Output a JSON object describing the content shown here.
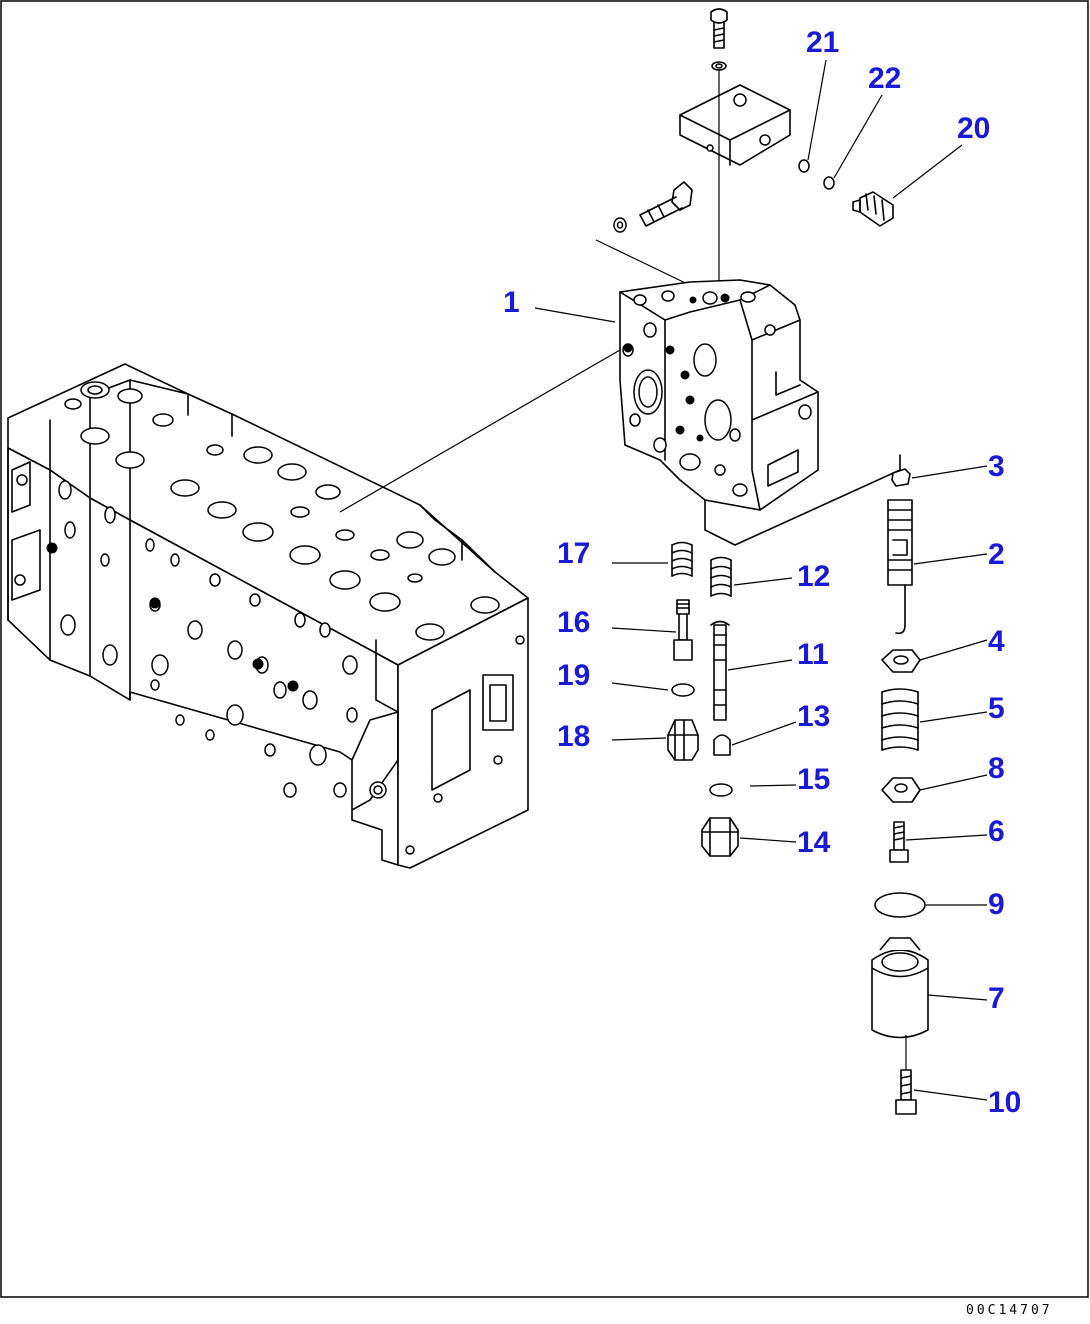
{
  "diagram_code": "00C14707",
  "callouts": [
    {
      "id": "c1",
      "label": "1"
    },
    {
      "id": "c2",
      "label": "2"
    },
    {
      "id": "c3",
      "label": "3"
    },
    {
      "id": "c4",
      "label": "4"
    },
    {
      "id": "c5",
      "label": "5"
    },
    {
      "id": "c6",
      "label": "6"
    },
    {
      "id": "c7",
      "label": "7"
    },
    {
      "id": "c8",
      "label": "8"
    },
    {
      "id": "c9",
      "label": "9"
    },
    {
      "id": "c10",
      "label": "10"
    },
    {
      "id": "c11",
      "label": "11"
    },
    {
      "id": "c12",
      "label": "12"
    },
    {
      "id": "c13",
      "label": "13"
    },
    {
      "id": "c14",
      "label": "14"
    },
    {
      "id": "c15",
      "label": "15"
    },
    {
      "id": "c16",
      "label": "16"
    },
    {
      "id": "c17",
      "label": "17"
    },
    {
      "id": "c18",
      "label": "18"
    },
    {
      "id": "c19",
      "label": "19"
    },
    {
      "id": "c20",
      "label": "20"
    },
    {
      "id": "c21",
      "label": "21"
    },
    {
      "id": "c22",
      "label": "22"
    }
  ],
  "colors": {
    "callout": "#1a1ad6",
    "line": "#000000",
    "background": "#ffffff"
  }
}
